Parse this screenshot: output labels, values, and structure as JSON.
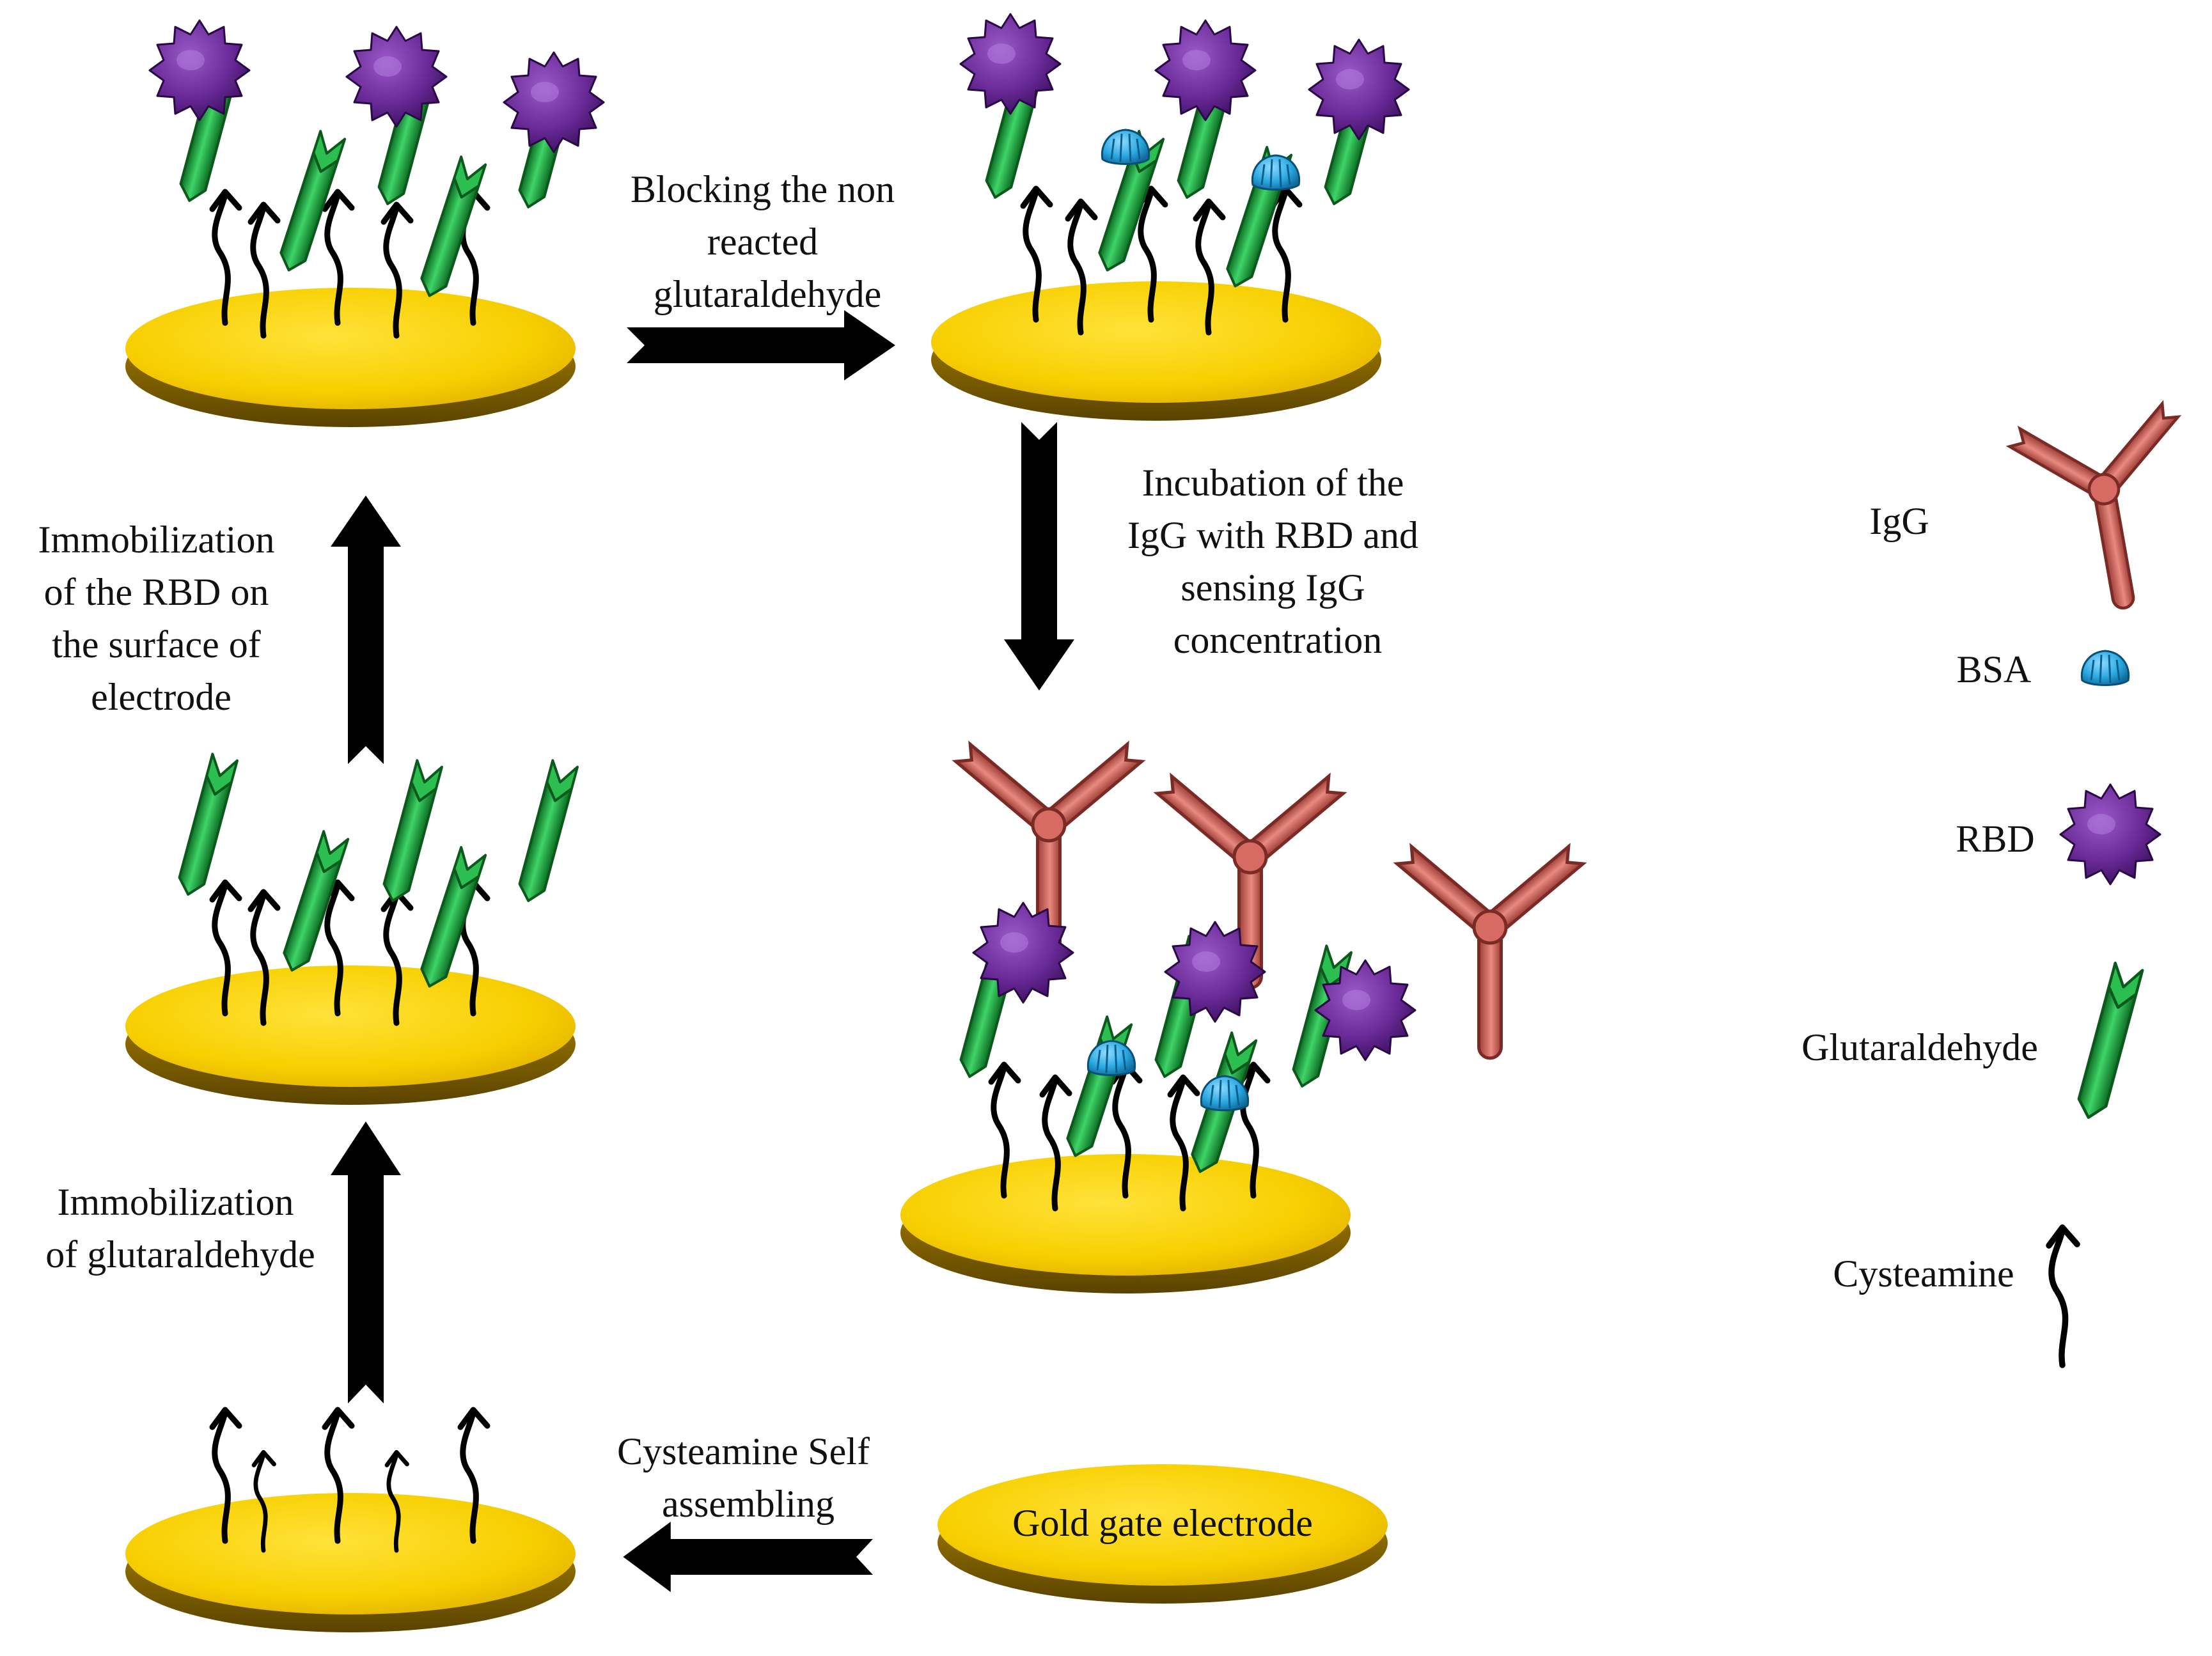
{
  "steps": {
    "blocking": [
      "Blocking the non",
      "reacted",
      "glutaraldehyde"
    ],
    "incubation": [
      "Incubation of the",
      "IgG with RBD and",
      "sensing IgG",
      "concentration"
    ],
    "rbd_immobilization": [
      "Immobilization",
      "of the RBD on",
      "the surface of",
      "electrode"
    ],
    "glut_immobilization": [
      "Immobilization",
      "of glutaraldehyde"
    ],
    "cysteamine_sa": [
      "Cysteamine Self",
      "assembling"
    ],
    "gold_electrode": "Gold gate electrode"
  },
  "legend": {
    "igg": "IgG",
    "bsa": "BSA",
    "rbd": "RBD",
    "glutaraldehyde": "Glutaraldehyde",
    "cysteamine": "Cysteamine"
  },
  "colors": {
    "gold": "#f2c500",
    "gold_dark": "#6b5200",
    "green": "#1fae3e",
    "green_dark": "#0b6a22",
    "rbd": "#6a2a98",
    "rbd_dark": "#3a0f5e",
    "bsa": "#2aa8e0",
    "igg": "#d76a62",
    "igg_dark": "#8a3530",
    "arrow": "#000000"
  }
}
